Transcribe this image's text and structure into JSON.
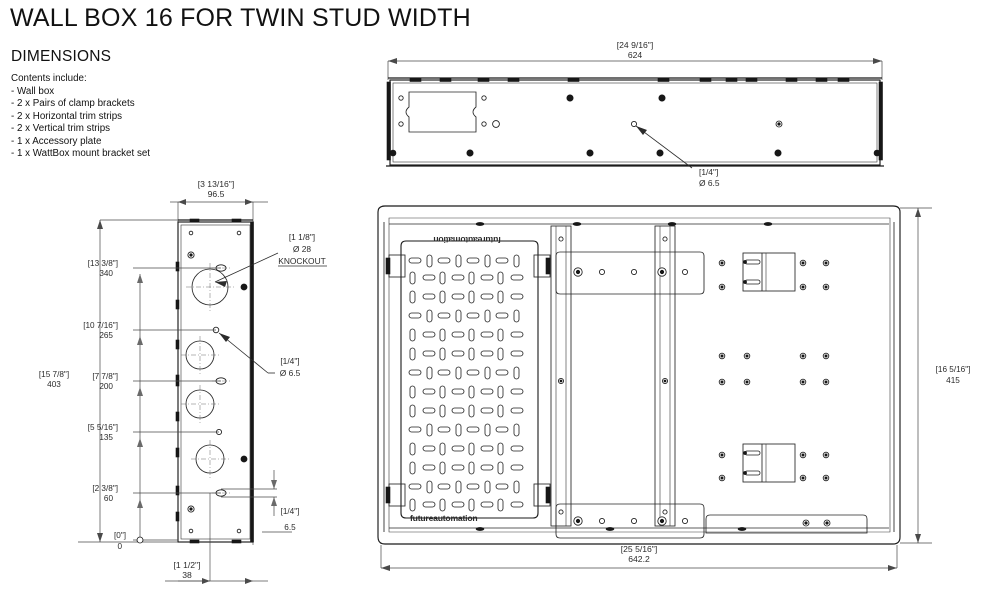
{
  "document": {
    "title": "WALL BOX 16 FOR TWIN STUD WIDTH",
    "section_heading": "DIMENSIONS",
    "contents_label": "Contents include:",
    "contents": [
      "- Wall box",
      "- 2 x Pairs of clamp brackets",
      "- 2 x Horizontal trim strips",
      "- 2 x Vertical trim strips",
      "- 1 x Accessory plate",
      "- 1 x WattBox mount bracket set"
    ],
    "brand": "futureautomation",
    "brand_mirrored": "futureautomation"
  },
  "views": {
    "side_view": {
      "name": "side-elevation",
      "dimensions": {
        "width_top": {
          "imperial": "[3 13/16\"]",
          "metric": "96.5"
        },
        "overall_height": {
          "imperial": "[15 7/8\"]",
          "metric": "403"
        },
        "depth_bottom": {
          "imperial": "[1 1/2\"]",
          "metric": "38"
        },
        "offset_right": {
          "imperial": "[1/4\"]",
          "metric": "6.5"
        },
        "stations": [
          {
            "imperial": "[13 3/8\"]",
            "metric": "340"
          },
          {
            "imperial": "[10 7/16\"]",
            "metric": "265"
          },
          {
            "imperial": "[7 7/8\"]",
            "metric": "200"
          },
          {
            "imperial": "[5 5/16\"]",
            "metric": "135"
          },
          {
            "imperial": "[2 3/8\"]",
            "metric": "60"
          },
          {
            "imperial": "[0\"]",
            "metric": "0"
          }
        ]
      },
      "callouts": [
        {
          "imperial": "[1 1/8\"]",
          "diameter": "Ø 28",
          "note": "KNOCKOUT"
        },
        {
          "imperial": "[1/4\"]",
          "diameter": "Ø 6.5",
          "note": ""
        }
      ]
    },
    "top_view": {
      "name": "top-elevation",
      "dimensions": {
        "overall_width": {
          "imperial": "[24 9/16\"]",
          "metric": "624"
        }
      },
      "callouts": [
        {
          "imperial": "[1/4\"]",
          "diameter": "Ø 6.5",
          "note": ""
        }
      ]
    },
    "front_view": {
      "name": "front-elevation",
      "dimensions": {
        "overall_width": {
          "imperial": "[25 5/16\"]",
          "metric": "642.2"
        },
        "overall_height": {
          "imperial": "[16 5/16\"]",
          "metric": "415"
        }
      }
    }
  },
  "colors": {
    "line": "#1a1a1a",
    "dim": "#4a4a4a",
    "text": "#111111",
    "background": "#ffffff"
  }
}
